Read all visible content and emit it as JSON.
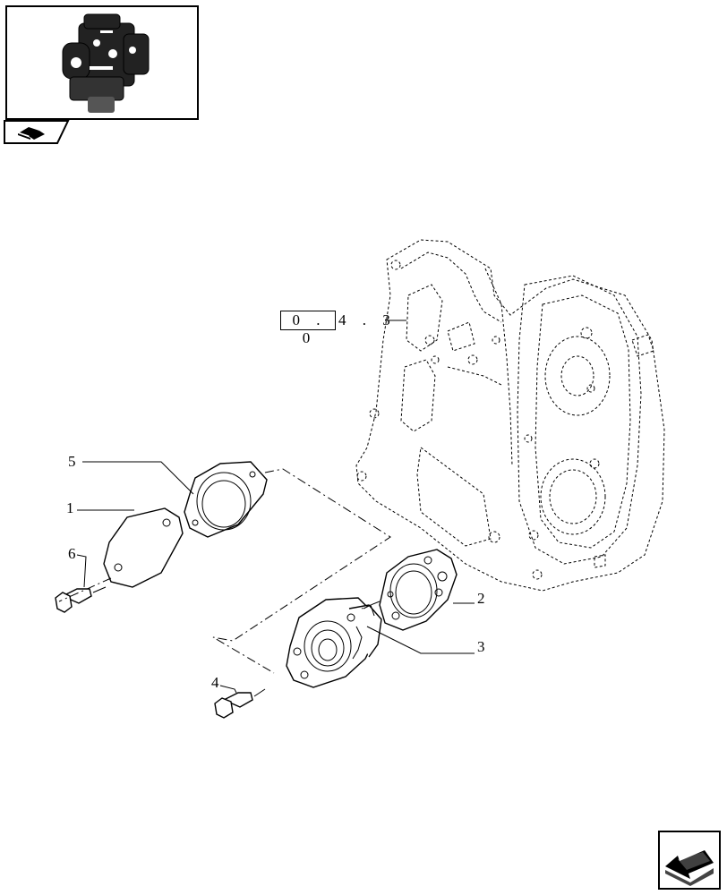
{
  "thumbnail": {
    "icon": "engine-thumbnail"
  },
  "tab": {
    "icon": "book-pointer-icon"
  },
  "reference": {
    "boxed": "0 . 0",
    "tail": "4 . 3"
  },
  "callouts": {
    "c1": "1",
    "c2": "2",
    "c3": "3",
    "c4": "4",
    "c5": "5",
    "c6": "6"
  },
  "nav": {
    "icon": "next-page-arrow-icon"
  }
}
